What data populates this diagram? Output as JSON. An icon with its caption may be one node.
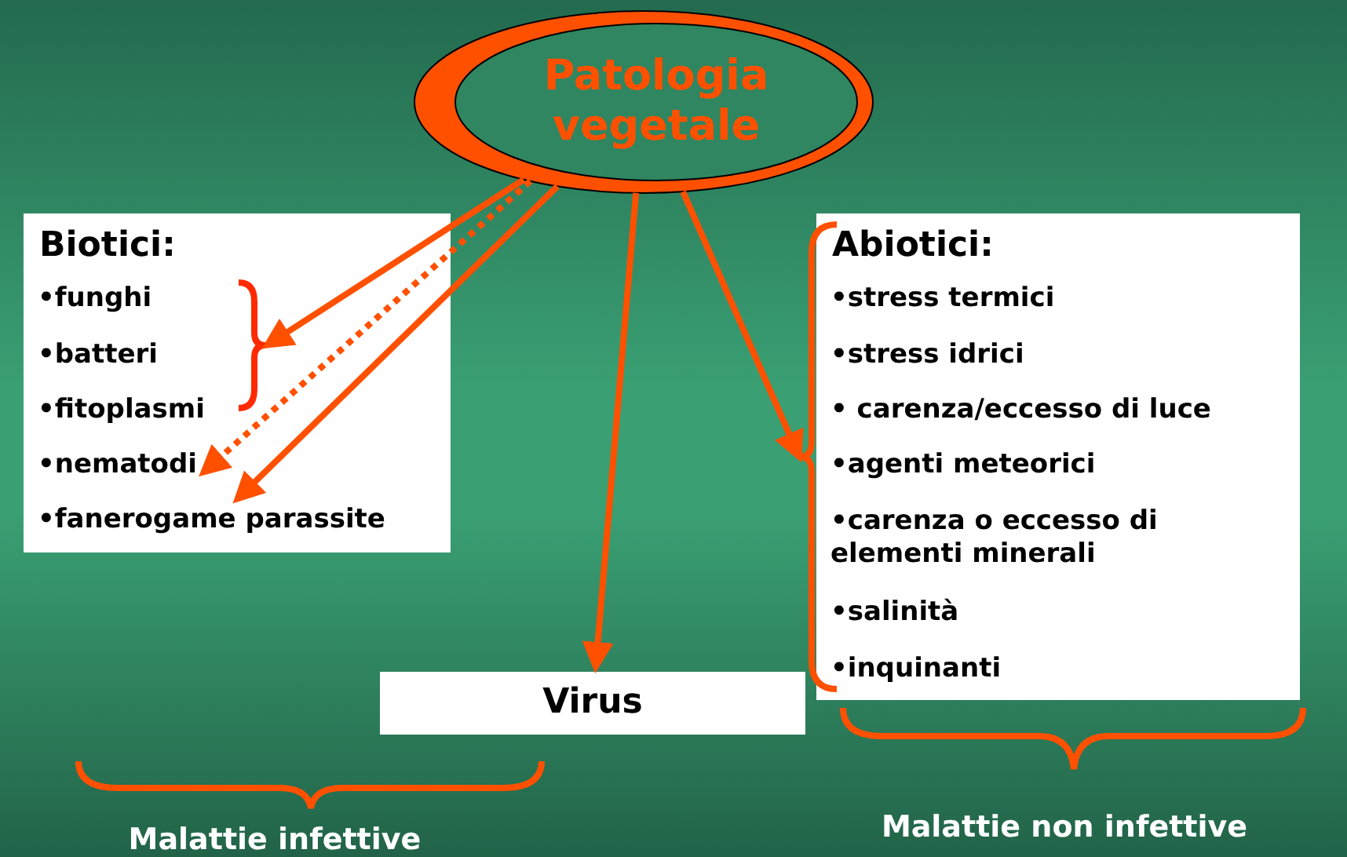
{
  "diagram": {
    "nodes": [
      {
        "text": [
          "Patologia vegetale"
        ]
      },
      {
        "text": [
          "Biotici:"
        ]
      },
      {
        "text": [
          "•funghi"
        ],
        "in": 1
      },
      {
        "text": [
          "•batteri"
        ],
        "in": 1
      },
      {
        "text": [
          "•fitoplasmi"
        ],
        "in": 1
      },
      {
        "text": [
          "•nematodi"
        ],
        "in": 1
      },
      {
        "text": [
          "•fanerogame parassite"
        ],
        "in": 1
      },
      {
        "text": [],
        "shape": "brace",
        "in": 1
      },
      {
        "text": [
          "Virus"
        ]
      },
      {
        "text": [
          "Abiotici:"
        ]
      },
      {
        "text": [
          "•stress termici"
        ],
        "in": 9
      },
      {
        "text": [
          "•stress idrici"
        ],
        "in": 9
      },
      {
        "text": [
          "• carenza/eccesso di luce"
        ],
        "in": 9
      },
      {
        "text": [
          "•agenti meteorici"
        ],
        "in": 9
      },
      {
        "text": [
          "•carenza o eccesso di elementi minerali"
        ],
        "in": 9
      },
      {
        "text": [
          "•salinità"
        ],
        "in": 9
      },
      {
        "text": [
          "•inquinanti"
        ],
        "in": 9
      },
      {
        "text": [],
        "shape": "brace"
      }
    ],
    "edges": [
      {
        "from": 0,
        "to": 7,
        "arrow": "to"
      },
      {
        "from": 0,
        "to": 5,
        "arrow": "to",
        "style": "dashed"
      },
      {
        "from": 0,
        "to": 6,
        "arrow": "to"
      },
      {
        "from": 0,
        "to": 8,
        "arrow": "to"
      },
      {
        "from": 0,
        "to": 17,
        "arrow": "to"
      }
    ],
    "labels": [
      "Malattie infettive",
      "Malattie non infettive"
    ]
  }
}
